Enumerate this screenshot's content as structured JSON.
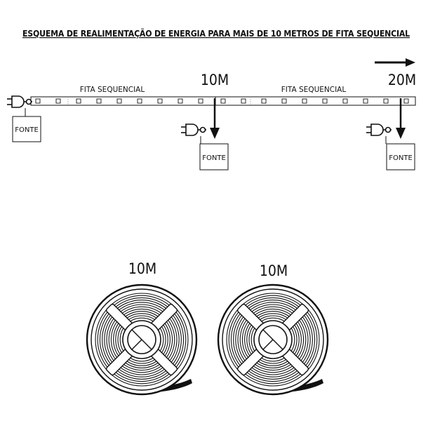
{
  "title": "ESQUEMA DE REALIMENTAÇÃO DE ENERGIA PARA MAIS DE 10 METROS DE FITA SEQUENCIAL",
  "strip": {
    "segment_label": "FITA SEQUENCIAL",
    "marker_10m": "10M",
    "marker_20m": "20M"
  },
  "power_supply_label": "FONTE",
  "reels": [
    {
      "label": "10M"
    },
    {
      "label": "10M"
    }
  ],
  "colors": {
    "ink": "#111111",
    "paper": "#ffffff"
  },
  "icons": [
    "plug-icon",
    "arrow-down-icon",
    "arrow-right-icon",
    "led-reel-icon"
  ]
}
